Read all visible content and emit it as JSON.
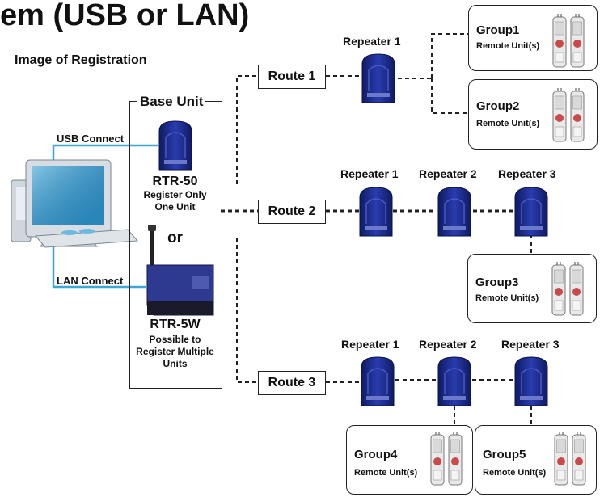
{
  "title": "em (USB or LAN)",
  "subtitle": "Image of Registration",
  "base_unit": {
    "title": "Base Unit",
    "rtr50_name": "RTR-50",
    "rtr50_desc1": "Register Only",
    "rtr50_desc2": "One Unit",
    "or": "or",
    "rtr5w_name": "RTR-5W",
    "rtr5w_desc1": "Possible to",
    "rtr5w_desc2": "Register Multiple",
    "rtr5w_desc3": "Units"
  },
  "connections": {
    "usb": "USB Connect",
    "lan": "LAN Connect"
  },
  "routes": [
    "Route 1",
    "Route 2",
    "Route 3"
  ],
  "repeaters": {
    "route1": [
      "Repeater 1"
    ],
    "route2": [
      "Repeater 1",
      "Repeater 2",
      "Repeater 3"
    ],
    "route3": [
      "Repeater 1",
      "Repeater 2",
      "Repeater 3"
    ]
  },
  "groups": [
    {
      "name": "Group1",
      "sub": "Remote Unit(s)"
    },
    {
      "name": "Group2",
      "sub": "Remote Unit(s)"
    },
    {
      "name": "Group3",
      "sub": "Remote Unit(s)"
    },
    {
      "name": "Group4",
      "sub": "Remote Unit(s)"
    },
    {
      "name": "Group5",
      "sub": "Remote Unit(s)"
    }
  ],
  "colors": {
    "device_blue": "#1f2e8c",
    "cable_blue": "#3aa7d8",
    "dash_line": "#222222"
  },
  "icons": [
    "computer-icon",
    "rtr50-device-icon",
    "rtr5w-device-icon",
    "repeater-device-icon",
    "remote-unit-icon"
  ]
}
